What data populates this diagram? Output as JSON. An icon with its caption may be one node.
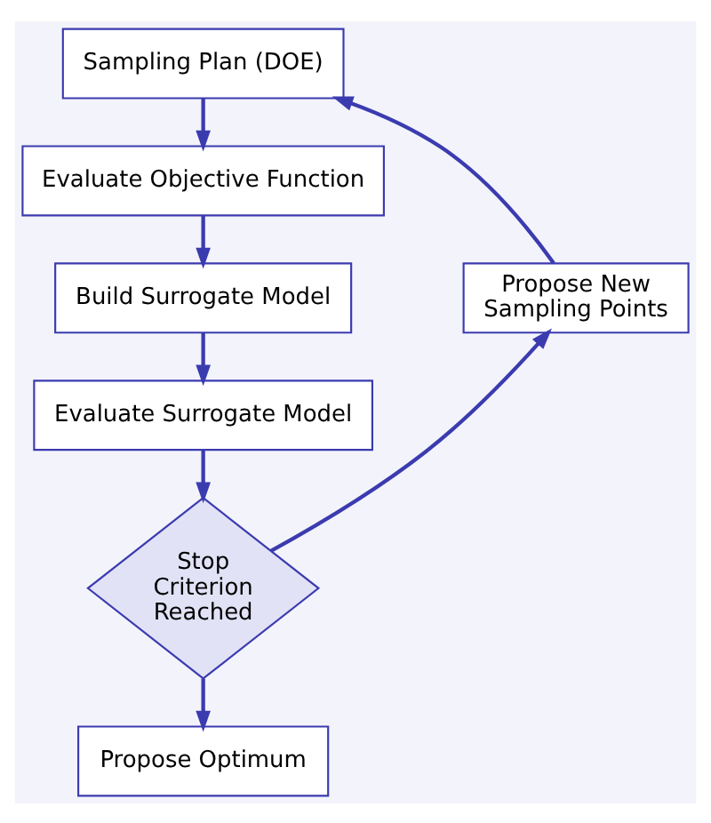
{
  "diagram": {
    "nodes": [
      {
        "text": [
          "Sampling Plan (DOE)"
        ]
      },
      {
        "text": [
          "Evaluate Objective Function"
        ]
      },
      {
        "text": [
          "Build Surrogate Model"
        ]
      },
      {
        "text": [
          "Evaluate Surrogate Model"
        ]
      },
      {
        "text": [
          "Stop Criterion Reached"
        ]
      },
      {
        "text": [
          "Propose New Sampling Points"
        ]
      },
      {
        "text": [
          "Propose Optimum"
        ]
      }
    ],
    "edges": [
      {
        "from": 0,
        "to": 1,
        "arrow": "to"
      },
      {
        "from": 1,
        "to": 2,
        "arrow": "to"
      },
      {
        "from": 2,
        "to": 3,
        "arrow": "to"
      },
      {
        "from": 3,
        "to": 4,
        "arrow": "to"
      },
      {
        "from": 4,
        "to": 5,
        "arrow": "to"
      },
      {
        "from": 5,
        "to": 0,
        "arrow": "to"
      },
      {
        "from": 4,
        "to": 6,
        "arrow": "to"
      }
    ]
  }
}
